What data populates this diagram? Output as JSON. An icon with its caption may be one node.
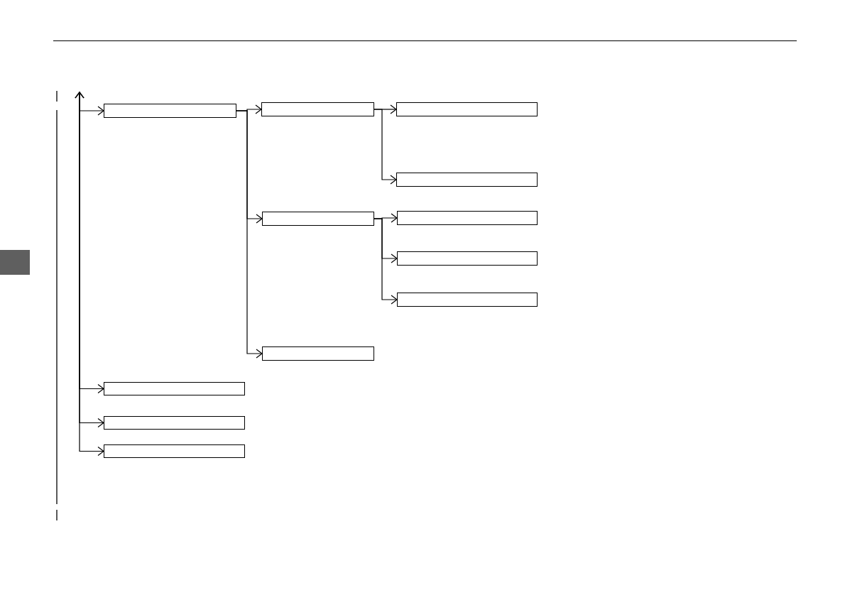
{
  "diagram": {
    "nodes": [
      {
        "text": [],
        "shape": "box"
      },
      {
        "text": [],
        "shape": "box"
      },
      {
        "text": [],
        "shape": "box"
      },
      {
        "text": [],
        "shape": "box"
      },
      {
        "text": [],
        "shape": "box"
      },
      {
        "text": [],
        "shape": "box"
      },
      {
        "text": [],
        "shape": "box"
      },
      {
        "text": [],
        "shape": "box"
      },
      {
        "text": [],
        "shape": "box"
      },
      {
        "text": [],
        "shape": "box"
      },
      {
        "text": [],
        "shape": "box"
      },
      {
        "text": [],
        "shape": "box"
      }
    ],
    "edges": [
      {
        "from": null,
        "to": 0,
        "arrow": "both"
      },
      {
        "from": 0,
        "to": 1,
        "arrow": "to"
      },
      {
        "from": 1,
        "to": 2,
        "arrow": "to"
      },
      {
        "from": 1,
        "to": 3,
        "arrow": "to"
      },
      {
        "from": 0,
        "to": 4,
        "arrow": "to"
      },
      {
        "from": 4,
        "to": 5,
        "arrow": "to"
      },
      {
        "from": 4,
        "to": 6,
        "arrow": "to"
      },
      {
        "from": 4,
        "to": 7,
        "arrow": "to"
      },
      {
        "from": 0,
        "to": 8,
        "arrow": "to"
      },
      {
        "from": null,
        "to": 9,
        "arrow": "both"
      },
      {
        "from": null,
        "to": 10,
        "arrow": "both"
      },
      {
        "from": null,
        "to": 11,
        "arrow": "both"
      }
    ]
  }
}
